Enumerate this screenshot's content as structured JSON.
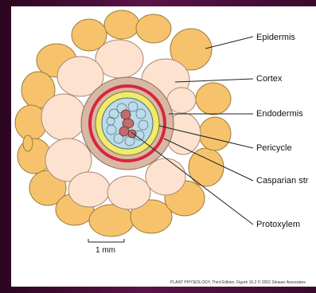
{
  "labels": {
    "epidermis": "Epidermis",
    "cortex": "Cortex",
    "endodermis": "Endodermis",
    "pericycle": "Pericycle",
    "casparian": "Casparian str",
    "protoxylem": "Protoxylem"
  },
  "scale": {
    "text": "1 mm"
  },
  "credit": "PLANT PHYSIOLOGY, Third Edition, Figure 16.2  © 2002 Sinauer Associates",
  "colors": {
    "epidermis": "#f6c36c",
    "cortex": "#fde2cf",
    "endodermis_ring": "#d8b8a4",
    "casparian_strip": "#d7263d",
    "pericycle": "#f2ea6a",
    "stele": "#bcdbe8",
    "protoxylem": "#c46b6b"
  }
}
